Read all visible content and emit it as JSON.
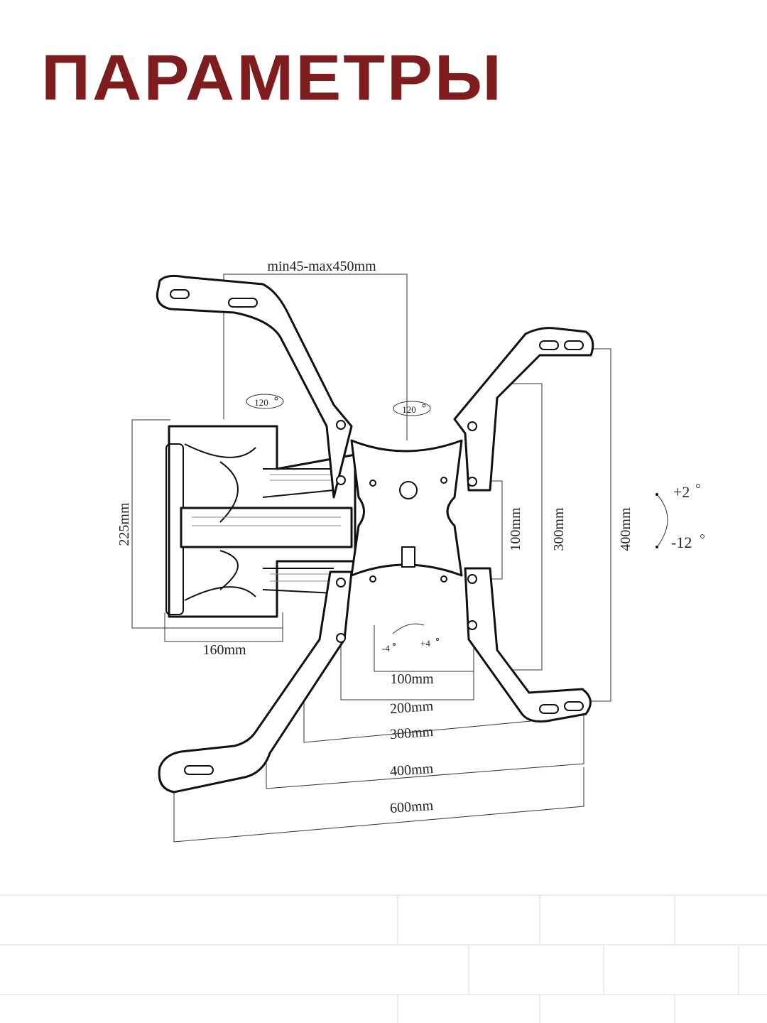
{
  "title": "ПАРАМЕТРЫ",
  "colors": {
    "title": "#7e1c1e",
    "lines": "#111111",
    "background": "#ffffff"
  },
  "dimensions": {
    "arm_extension": "min45-max450mm",
    "swivel_left": "120",
    "swivel_center": "120",
    "tilt_up": "+2",
    "tilt_down": "-12",
    "rotate_left": "-4",
    "rotate_right": "+4",
    "wall_plate_height": "225mm",
    "wall_plate_width": "160mm",
    "vesa_v_100": "100mm",
    "vesa_v_300": "300mm",
    "vesa_v_400": "400mm",
    "vesa_h_100": "100mm",
    "vesa_h_200": "200mm",
    "vesa_h_300": "300mm",
    "vesa_h_400": "400mm",
    "vesa_h_600": "600mm"
  }
}
